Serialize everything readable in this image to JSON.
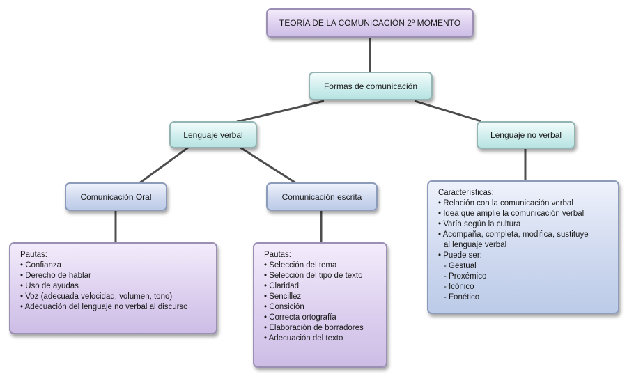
{
  "colors": {
    "connector": "#4d4d4d",
    "lilac_fill": "#ddd0ef",
    "mint_fill": "#cfeeed",
    "blue_fill": "#cfd9ef"
  },
  "nodes": {
    "root": {
      "label": "TEORÍA DE LA COMUNICACIÓN  2º MOMENTO"
    },
    "formas": {
      "label": "Formas de comunicación"
    },
    "verbal": {
      "label": "Lenguaje verbal"
    },
    "no_verbal": {
      "label": "Lenguaje no verbal"
    },
    "oral": {
      "label": "Comunicación Oral"
    },
    "escrita": {
      "label": "Comunicación escrita"
    },
    "oral_detail": {
      "heading": "Pautas:",
      "items": [
        "• Confianza",
        "• Derecho de hablar",
        "• Uso de ayudas",
        "• Voz (adecuada velocidad, volumen, tono)",
        "• Adecuación del lenguaje no verbal al discurso"
      ]
    },
    "escrita_detail": {
      "heading": "Pautas:",
      "items": [
        "• Selección del tema",
        "• Selección del tipo de texto",
        "• Claridad",
        "• Sencillez",
        "• Consición",
        "• Correcta ortografía",
        "• Elaboración de borradores",
        "• Adecuación del texto"
      ]
    },
    "no_verbal_detail": {
      "heading": "Características:",
      "items": [
        "• Relación con la comunicación verbal",
        "• Idea que amplie la comunicación verbal",
        "• Varía según la cultura",
        "• Acompaña, completa, modifica,  sustituye",
        "  al lenguaje verbal",
        "• Puede ser:",
        "  - Gestual",
        "  - Proxémico",
        "  - Icónico",
        "  - Fonético"
      ]
    }
  }
}
